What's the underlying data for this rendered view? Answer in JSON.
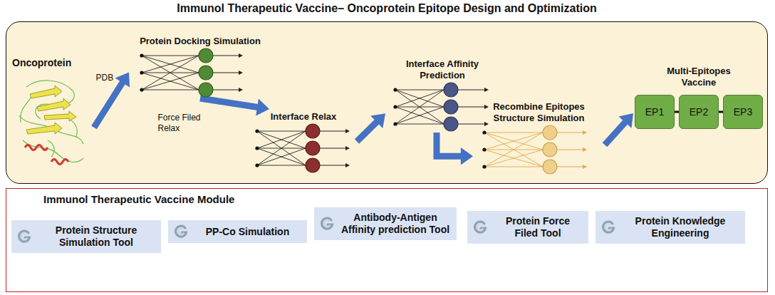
{
  "diagram": {
    "nodes": [
      {
        "text": [
          "Immunol Therapeutic Vaccine– Oncoprotein Epitope Design and Optimization"
        ]
      },
      {
        "text": [
          "Oncoprotein"
        ],
        "in": 0
      },
      {
        "text": [
          "Protein Docking Simulation"
        ],
        "in": 0
      },
      {
        "text": [
          "Interface Relax"
        ],
        "in": 0
      },
      {
        "text": [
          "Interface Affinity Prediction"
        ],
        "in": 0
      },
      {
        "text": [
          "Recombine Epitopes Structure Simulation"
        ],
        "in": 0
      },
      {
        "text": [
          "Multi-Epitopes Vaccine"
        ],
        "in": 0
      },
      {
        "text": [
          "EP1"
        ],
        "in": 6
      },
      {
        "text": [
          "EP2"
        ],
        "in": 6
      },
      {
        "text": [
          "EP3"
        ],
        "in": 6
      },
      {
        "text": [
          "Immunol Therapeutic Vaccine Module"
        ]
      },
      {
        "text": [
          "Protein Structure Simulation Tool"
        ],
        "in": 10
      },
      {
        "text": [
          "PP-Co Simulation"
        ],
        "in": 10
      },
      {
        "text": [
          "Antibody-Antigen Affinity prediction Tool"
        ],
        "in": 10
      },
      {
        "text": [
          "Protein Force Filed Tool"
        ],
        "in": 10
      },
      {
        "text": [
          "Protein Knowledge Engineering"
        ],
        "in": 10
      }
    ],
    "edges": [
      {
        "from": 1,
        "to": 2,
        "label": "PDB",
        "arrow": "to"
      },
      {
        "from": 2,
        "to": 3,
        "label": "Force Filed Relax",
        "arrow": "to"
      },
      {
        "from": 3,
        "to": 4,
        "arrow": "to"
      },
      {
        "from": 4,
        "to": 5,
        "arrow": "to"
      },
      {
        "from": 5,
        "to": 6,
        "arrow": "to"
      },
      {
        "from": 7,
        "to": 8,
        "arrow": "none"
      },
      {
        "from": 8,
        "to": 9,
        "arrow": "none"
      }
    ]
  }
}
